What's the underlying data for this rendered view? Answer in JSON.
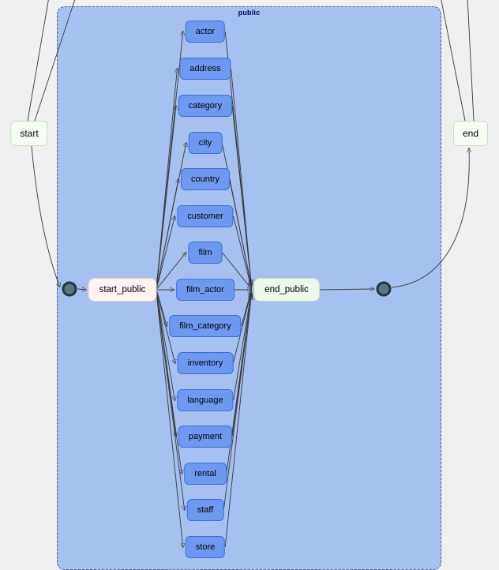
{
  "diagram": {
    "cluster": {
      "label": "public"
    },
    "nodes": {
      "start": "start",
      "end": "end",
      "start_public": "start_public",
      "end_public": "end_public"
    },
    "tables": [
      "actor",
      "address",
      "category",
      "city",
      "country",
      "customer",
      "film",
      "film_actor",
      "film_category",
      "inventory",
      "language",
      "payment",
      "rental",
      "staff",
      "store"
    ]
  },
  "colors": {
    "canvas_bg": "#f0f0f0",
    "cluster_fill": "#a6c0ef",
    "table_fill": "#6d9af0",
    "table_border": "#3a6ed8",
    "start_public_fill": "#fdf3f0",
    "end_public_fill": "#eef8ea",
    "terminal_fill": "#f7fdf5",
    "edge": "#383838"
  }
}
